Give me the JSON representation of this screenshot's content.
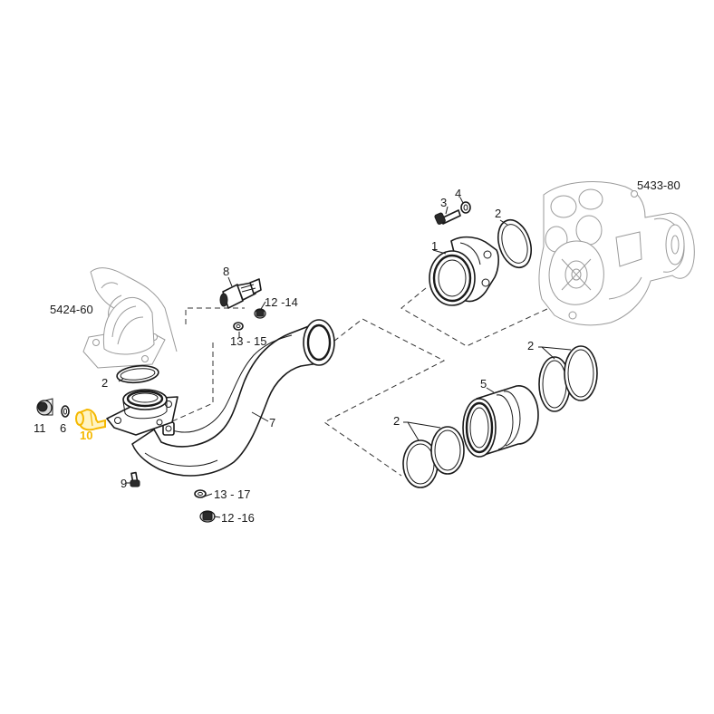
{
  "labels": {
    "assy_right": "5433-80",
    "assy_left": "5424-60",
    "p1": "1",
    "p2a": "2",
    "p2b": "2",
    "p2c": "2",
    "p2d": "2",
    "p3": "3",
    "p4": "4",
    "p5": "5",
    "p6": "6",
    "p7": "7",
    "p8": "8",
    "p9": "9",
    "p10": "10",
    "p11": "11",
    "p12_14": "12 -14",
    "p13_15": "13 - 15",
    "p13_17": "13 - 17",
    "p12_16": "12 -16"
  },
  "colors": {
    "line": "#1a1a1a",
    "highlight": "#f5b800",
    "ghost": "#9a9a9a"
  }
}
